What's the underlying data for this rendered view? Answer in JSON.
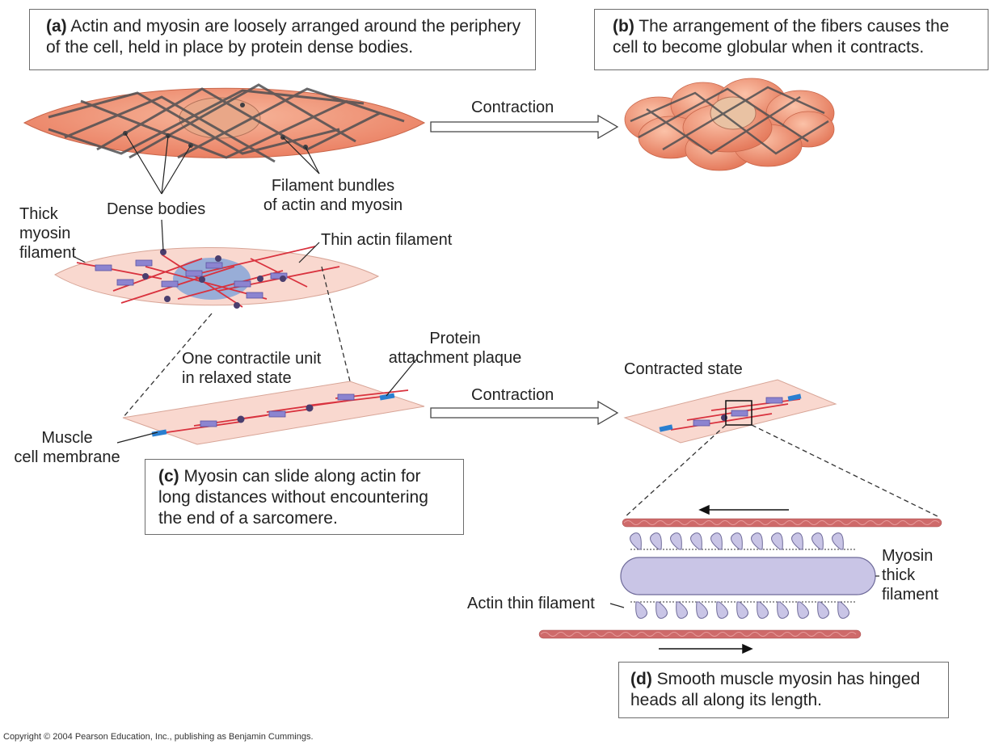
{
  "panels": {
    "a": {
      "letter": "(a)",
      "text": " Actin and myosin are loosely arranged around the periphery of the cell, held in place by protein dense bodies."
    },
    "b": {
      "letter": "(b)",
      "text": " The arrangement of the fibers causes the cell to become globular when it contracts."
    },
    "c": {
      "letter": "(c)",
      "text": " Myosin can slide along actin for long distances without encountering the end of a sarcomere."
    },
    "d": {
      "letter": "(d)",
      "text": " Smooth muscle myosin has hinged heads all along its length."
    }
  },
  "labels": {
    "contraction_top": "Contraction",
    "contraction_mid": "Contraction",
    "filament_bundles_1": "Filament bundles",
    "filament_bundles_2": "of actin and myosin",
    "dense_bodies": "Dense bodies",
    "thick_1": "Thick",
    "thick_2": "myosin",
    "thick_3": "filament",
    "thin_actin": "Thin actin filament",
    "protein_1": "Protein",
    "protein_2": "attachment plaque",
    "unit_1": "One contractile unit",
    "unit_2": "in relaxed state",
    "contracted_state": "Contracted state",
    "muscle_1": "Muscle",
    "muscle_2": "cell membrane",
    "myosin_1": "Myosin",
    "myosin_2": "thick",
    "myosin_3": "filament",
    "actin_thin": "Actin thin filament"
  },
  "copyright": "Copyright © 2004 Pearson Education, Inc., publishing as Benjamin Cummings.",
  "colors": {
    "cell": "#f08e6e",
    "cell_light": "#f9d8cf",
    "actin_red": "#d9323e",
    "myosin_purple": "#8c84d0",
    "plaque_blue": "#2a7fd0",
    "dense_body": "#4a3e6e",
    "nucleus": "#7fa2d8",
    "myosin_tube": "#c9c5e6",
    "actin_bead": "#c95a5a"
  }
}
